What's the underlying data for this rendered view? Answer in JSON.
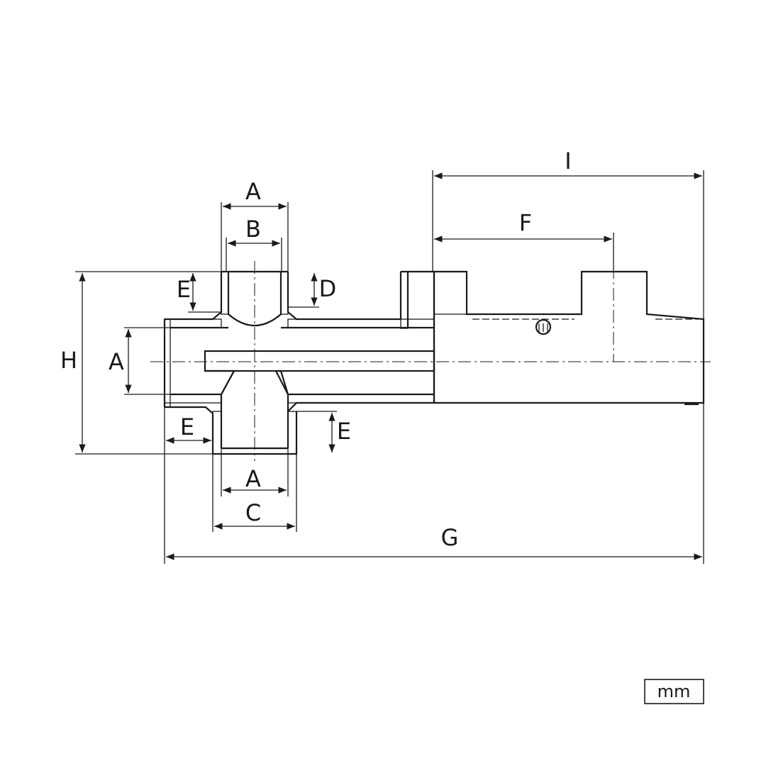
{
  "diagram": {
    "dimension_labels": {
      "I": "I",
      "F": "F",
      "A_top": "A",
      "B": "B",
      "D": "D",
      "E_top": "E",
      "H": "H",
      "A_left": "A",
      "E_left": "E",
      "E_right": "E",
      "A_bottom": "A",
      "C": "C",
      "G": "G"
    },
    "unit": "mm"
  }
}
